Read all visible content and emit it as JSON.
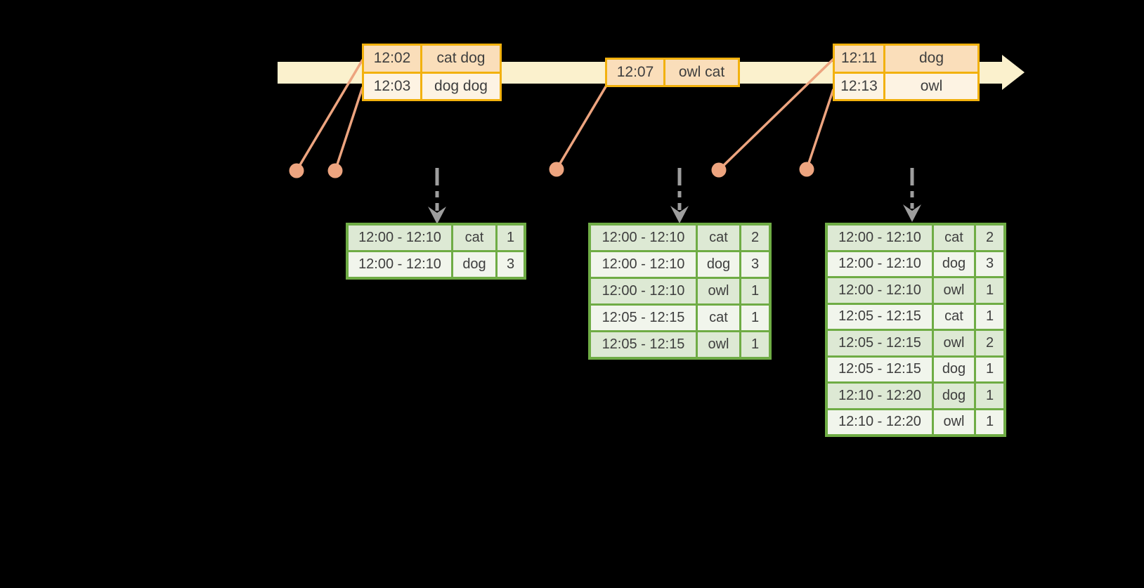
{
  "diagram_title": "windowed-grouped-aggregation-stream",
  "colors": {
    "background": "#000000",
    "timeline_fill": "#fbf1cd",
    "event_table_border": "#f2b10e",
    "event_row_peach": "#fadeba",
    "event_row_cream": "#fdf3e3",
    "connector_salmon": "#eda47f",
    "trigger_arrow_gray": "#9e9e9e",
    "result_table_border": "#6fac45",
    "result_row_dark": "#dde9d4",
    "result_row_light": "#f1f5ec"
  },
  "event_tables": [
    {
      "rows": [
        {
          "time": "12:02",
          "words": "cat dog"
        },
        {
          "time": "12:03",
          "words": "dog dog"
        }
      ]
    },
    {
      "rows": [
        {
          "time": "12:07",
          "words": "owl cat"
        }
      ]
    },
    {
      "rows": [
        {
          "time": "12:11",
          "words": "dog"
        },
        {
          "time": "12:13",
          "words": "owl"
        }
      ]
    }
  ],
  "result_tables": [
    {
      "rows": [
        {
          "window": "12:00 - 12:10",
          "word": "cat",
          "count": "1"
        },
        {
          "window": "12:00 - 12:10",
          "word": "dog",
          "count": "3"
        }
      ]
    },
    {
      "rows": [
        {
          "window": "12:00 - 12:10",
          "word": "cat",
          "count": "2"
        },
        {
          "window": "12:00 - 12:10",
          "word": "dog",
          "count": "3"
        },
        {
          "window": "12:00 - 12:10",
          "word": "owl",
          "count": "1"
        },
        {
          "window": "12:05 - 12:15",
          "word": "cat",
          "count": "1"
        },
        {
          "window": "12:05 - 12:15",
          "word": "owl",
          "count": "1"
        }
      ]
    },
    {
      "rows": [
        {
          "window": "12:00 - 12:10",
          "word": "cat",
          "count": "2"
        },
        {
          "window": "12:00 - 12:10",
          "word": "dog",
          "count": "3"
        },
        {
          "window": "12:00 - 12:10",
          "word": "owl",
          "count": "1"
        },
        {
          "window": "12:05 - 12:15",
          "word": "cat",
          "count": "1"
        },
        {
          "window": "12:05 - 12:15",
          "word": "owl",
          "count": "2"
        },
        {
          "window": "12:05 - 12:15",
          "word": "dog",
          "count": "1"
        },
        {
          "window": "12:10 - 12:20",
          "word": "dog",
          "count": "1"
        },
        {
          "window": "12:10 - 12:20",
          "word": "owl",
          "count": "1"
        }
      ]
    }
  ]
}
